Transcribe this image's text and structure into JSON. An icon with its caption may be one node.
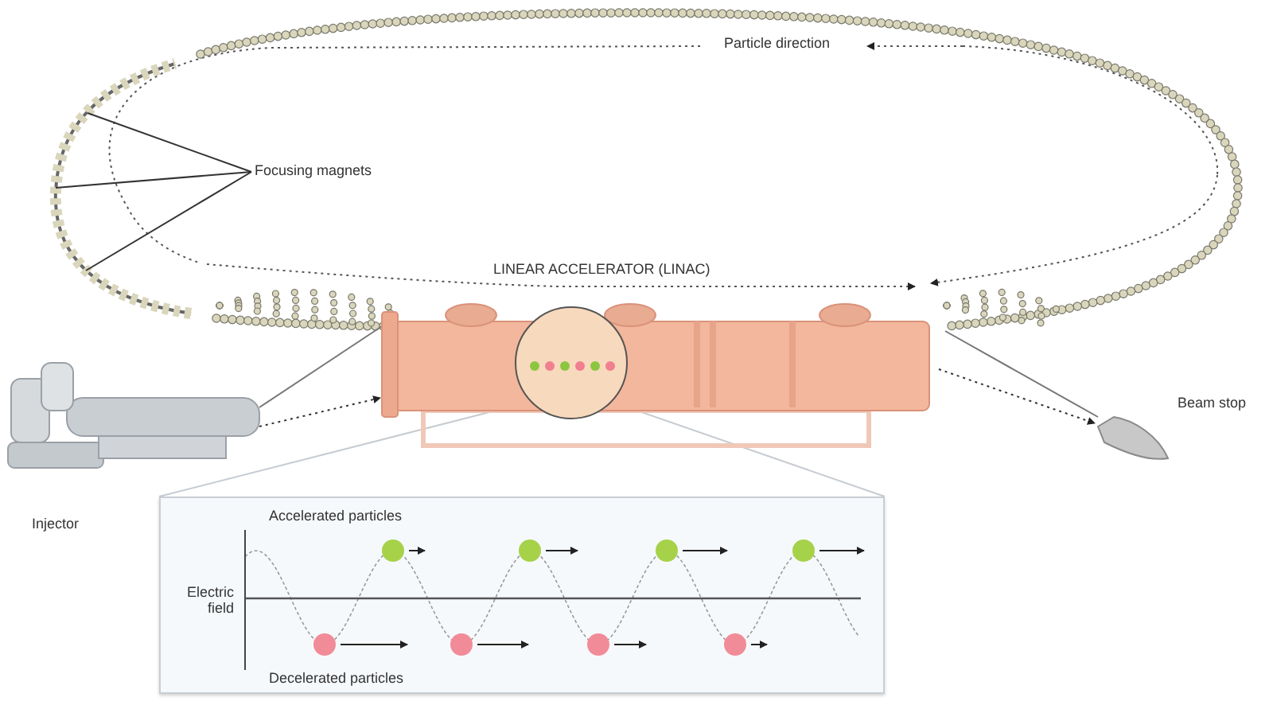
{
  "diagram": {
    "nodes": [
      {
        "text": [
          "Focusing magnets"
        ]
      },
      {
        "text": [],
        "shape": "picture"
      },
      {
        "text": [
          "Injector"
        ]
      },
      {
        "text": [
          "LINEAR ACCELERATOR (LINAC)"
        ]
      },
      {
        "text": [],
        "shape": "circle",
        "in": 3
      },
      {
        "text": [
          "Accelerated particles",
          "Electric field",
          "Decelerated particles"
        ]
      },
      {
        "text": [
          "Beam stop"
        ]
      }
    ],
    "edges": [
      {
        "from": 0,
        "to": 1,
        "arrow": "none"
      },
      {
        "from": 0,
        "to": 1,
        "arrow": "none"
      },
      {
        "from": 0,
        "to": 1,
        "arrow": "none"
      },
      {
        "from": 4,
        "to": 5,
        "arrow": "none",
        "color": "#c7ccd2"
      },
      {
        "from": 4,
        "to": 5,
        "arrow": "none",
        "color": "#c7ccd2"
      },
      {
        "from": 2,
        "to": 3,
        "arrow": "to",
        "style": "dashed"
      },
      {
        "from": 3,
        "to": 6,
        "arrow": "to",
        "style": "dashed"
      },
      {
        "from": 2,
        "to": 3,
        "arrow": "none",
        "color": "#777777"
      },
      {
        "from": 3,
        "to": 6,
        "arrow": "none",
        "color": "#777777"
      }
    ],
    "labels": [
      "Particle direction"
    ]
  }
}
